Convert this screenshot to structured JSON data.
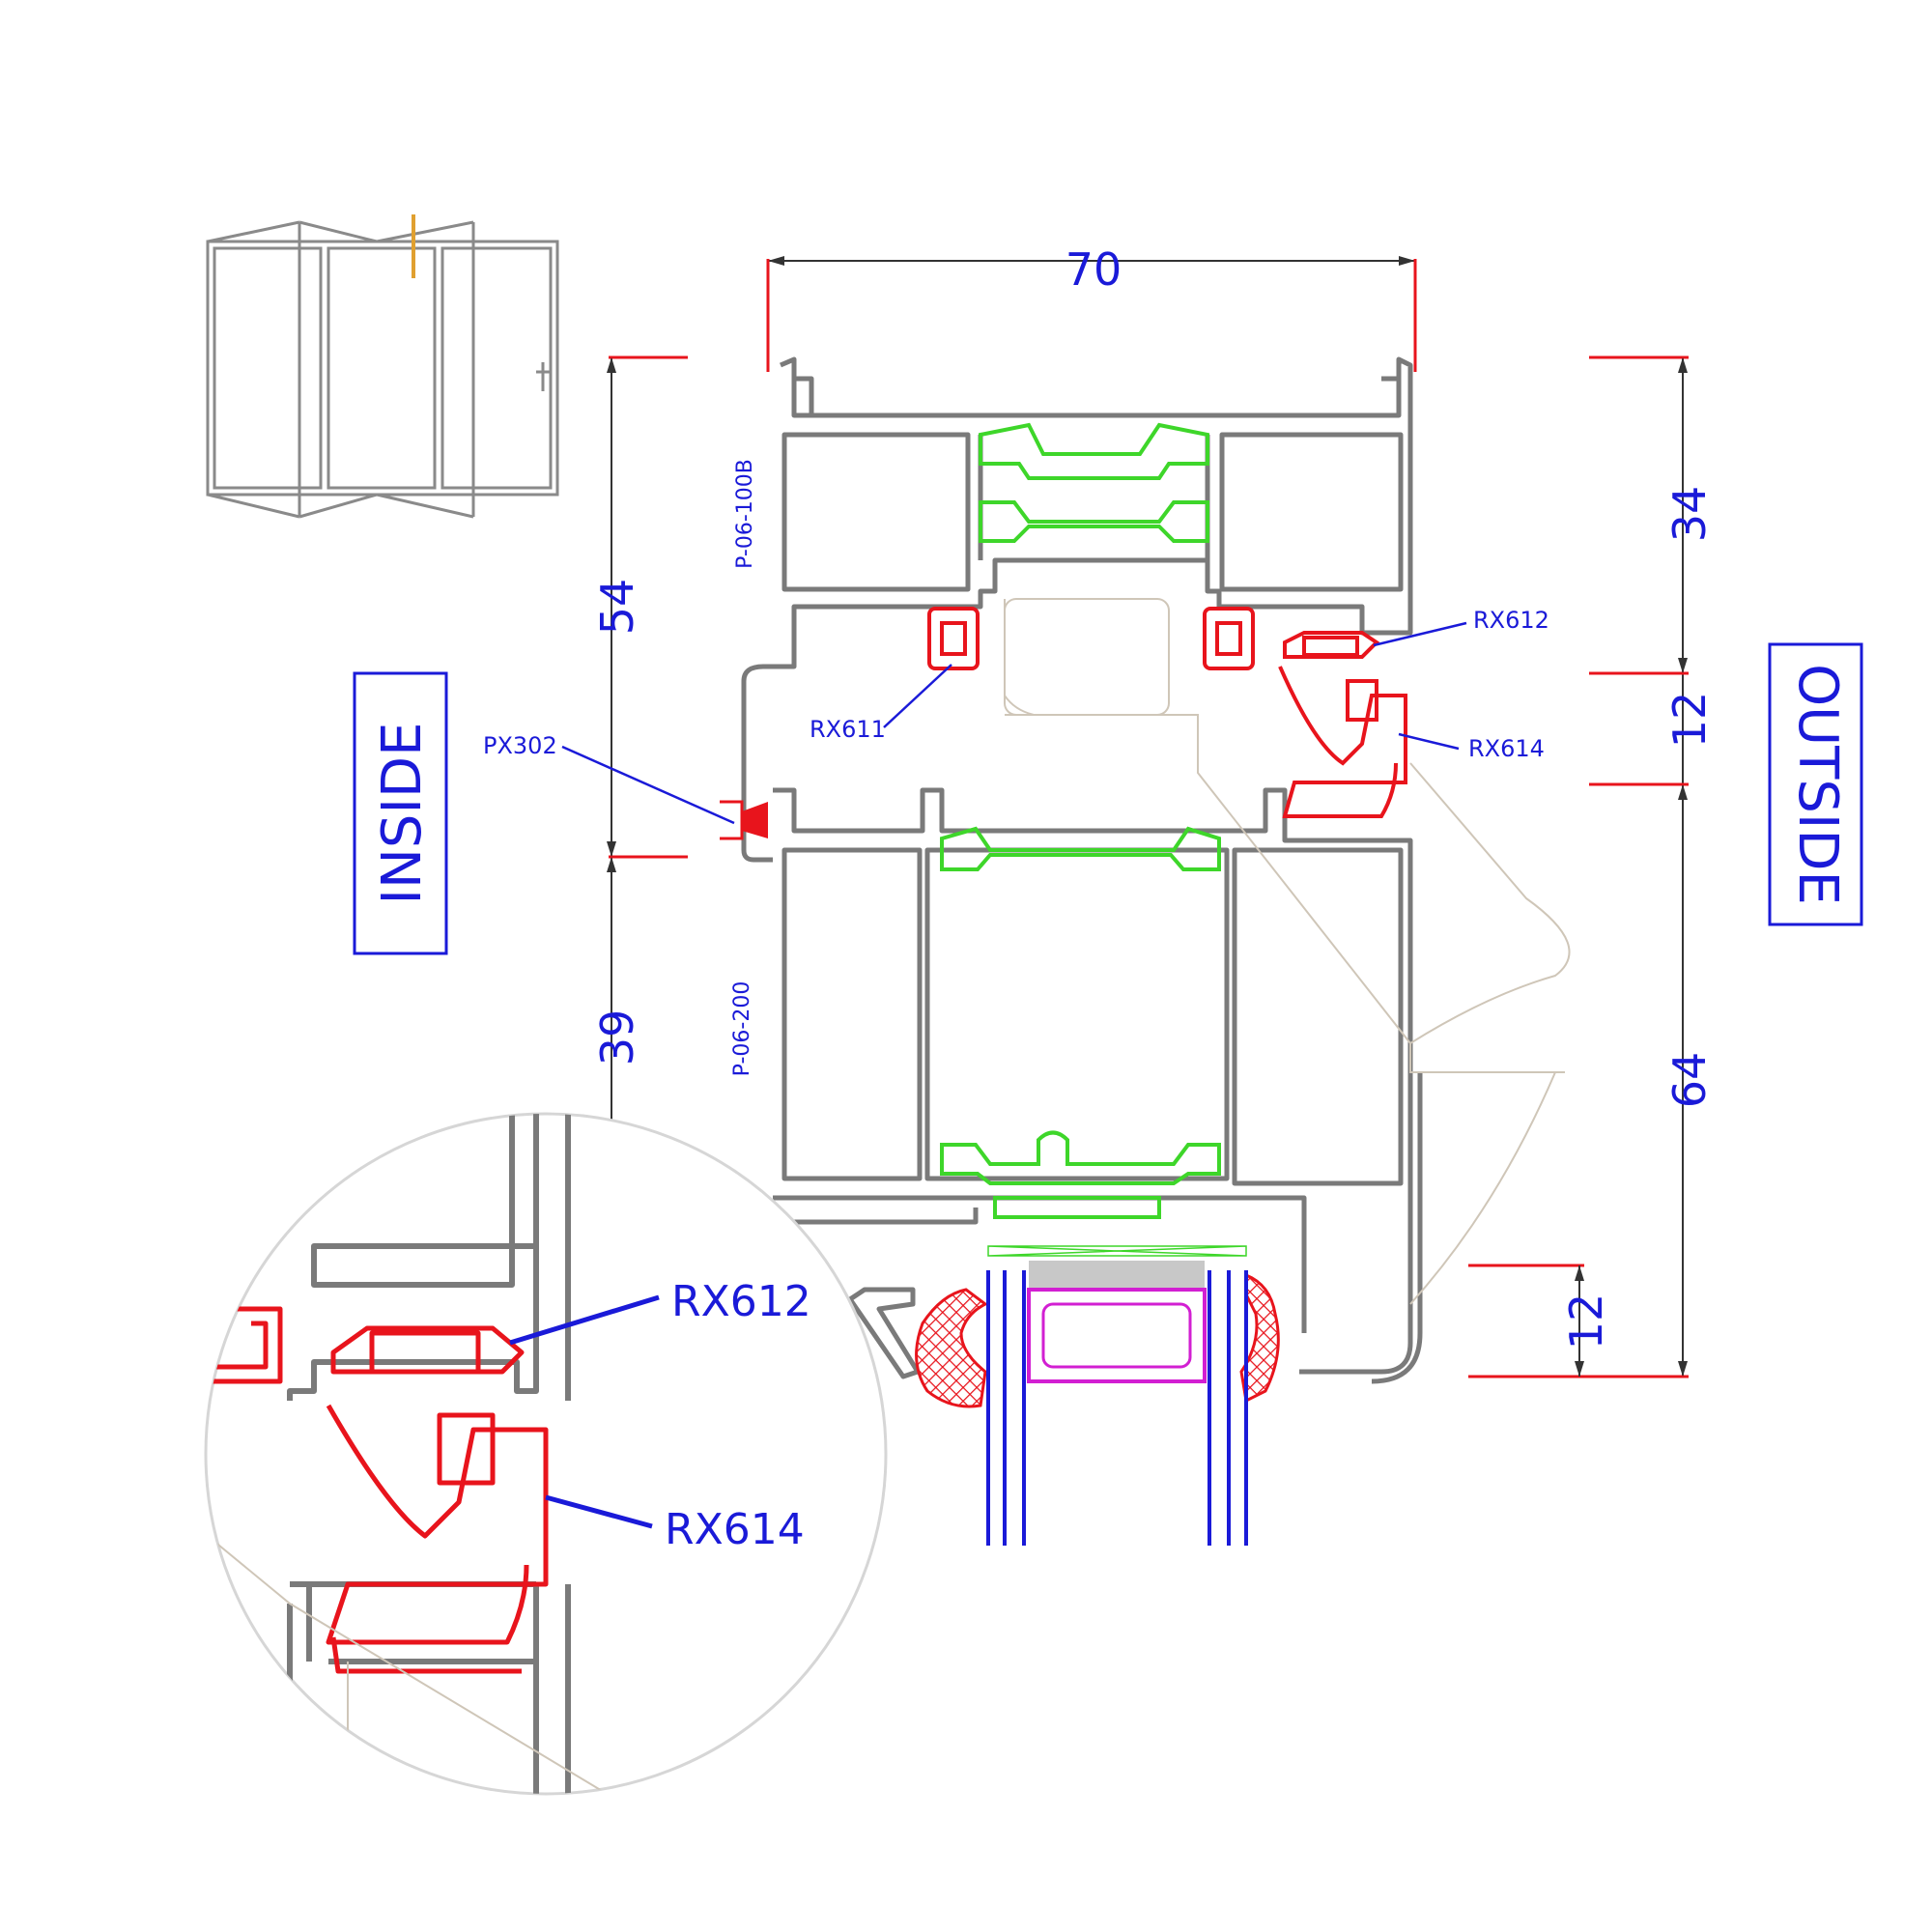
{
  "dimensions": {
    "top_width": "70",
    "left_upper": "54",
    "left_lower": "39",
    "right_top": "34",
    "right_mid": "12",
    "right_lower": "64",
    "bottom_small": "12"
  },
  "side_labels": {
    "inside": "INSIDE",
    "outside": "OUTSIDE"
  },
  "profile_codes": {
    "upper": "P-06-100B",
    "lower": "P-06-200"
  },
  "callouts": {
    "rx612": "RX612",
    "rx614": "RX614",
    "rx611": "RX611",
    "px302": "PX302"
  },
  "detail_callouts": {
    "rx612": "RX612",
    "rx614": "RX614"
  },
  "colors": {
    "frame": "#7a7a7a",
    "gasket": "#e8141c",
    "thermal_break": "#3ed62a",
    "dimension_text": "#1a1ad8",
    "dimension_red": "#e8141c",
    "glass": "#1a1ad8",
    "spacer": "#d21fd2",
    "hardware": "#e0a030"
  }
}
